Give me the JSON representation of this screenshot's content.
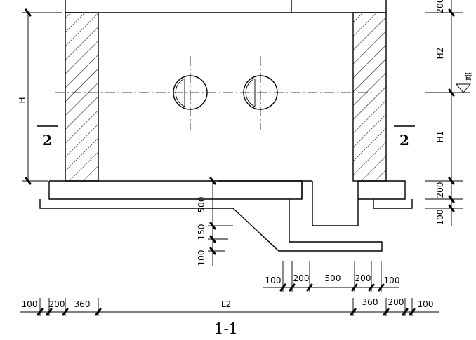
{
  "drawing": {
    "title": "1-1",
    "section_mark": "2",
    "labels": {
      "H": "H",
      "H1": "H1",
      "H2": "H2",
      "L2": "L2",
      "pipe_note": "管"
    },
    "dims": {
      "bottom": [
        "100",
        "200",
        "360",
        "360",
        "200",
        "100"
      ],
      "sump": [
        "100",
        "200",
        "500",
        "200",
        "100"
      ],
      "vertical_mid": [
        "500",
        "150",
        "100"
      ],
      "right": [
        "200",
        "200",
        "100"
      ]
    }
  }
}
